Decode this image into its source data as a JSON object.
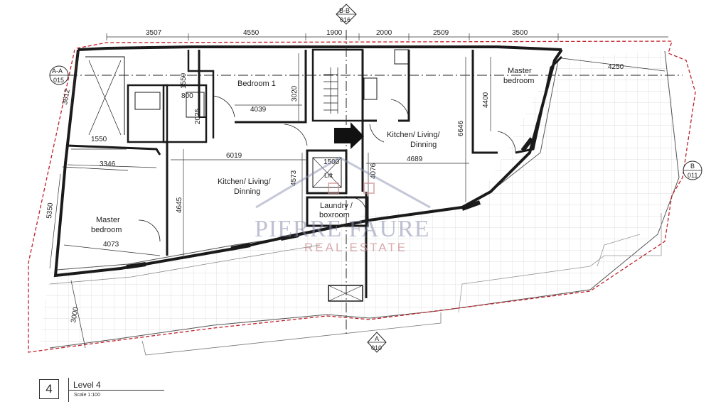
{
  "plan": {
    "dimensions_top": [
      "3507",
      "4550",
      "1900",
      "2000",
      "2509",
      "3500"
    ],
    "dimensions_inner": [
      "1550",
      "800",
      "3020",
      "2025",
      "4039",
      "6019",
      "4689",
      "6646",
      "4400",
      "4250",
      "3346",
      "1550",
      "4073",
      "4645",
      "4573",
      "4076",
      "1500",
      "3612",
      "5350",
      "3000"
    ],
    "rooms": {
      "bedroom1": "Bedroom 1",
      "master_left_1": "Master",
      "master_left_2": "bedroom",
      "master_right_1": "Master",
      "master_right_2": "bedroom",
      "kitchen_left_1": "Kitchen/ Living/",
      "kitchen_left_2": "Dinning",
      "kitchen_right_1": "Kitchen/ Living/",
      "kitchen_right_2": "Dinning",
      "lift": "Lift",
      "laundry_1": "Laundry /",
      "laundry_2": "boxroom"
    },
    "section_tags": {
      "aa_top": "A-A",
      "aa_bottom": "015",
      "bb_top": "B-B",
      "bb_bottom": "016",
      "b_top": "B",
      "b_bottom": "011",
      "a_top": "A",
      "a_bottom": "010"
    },
    "watermark": {
      "line1": "PIERRE FAURE",
      "line2": "REAL ESTATE"
    },
    "colors": {
      "boundary": "#c0202a",
      "walls": "#1a1a1a",
      "grid": "#cfcfcf"
    }
  },
  "title_block": {
    "number": "4",
    "level": "Level 4",
    "scale": "Scale 1:100"
  }
}
